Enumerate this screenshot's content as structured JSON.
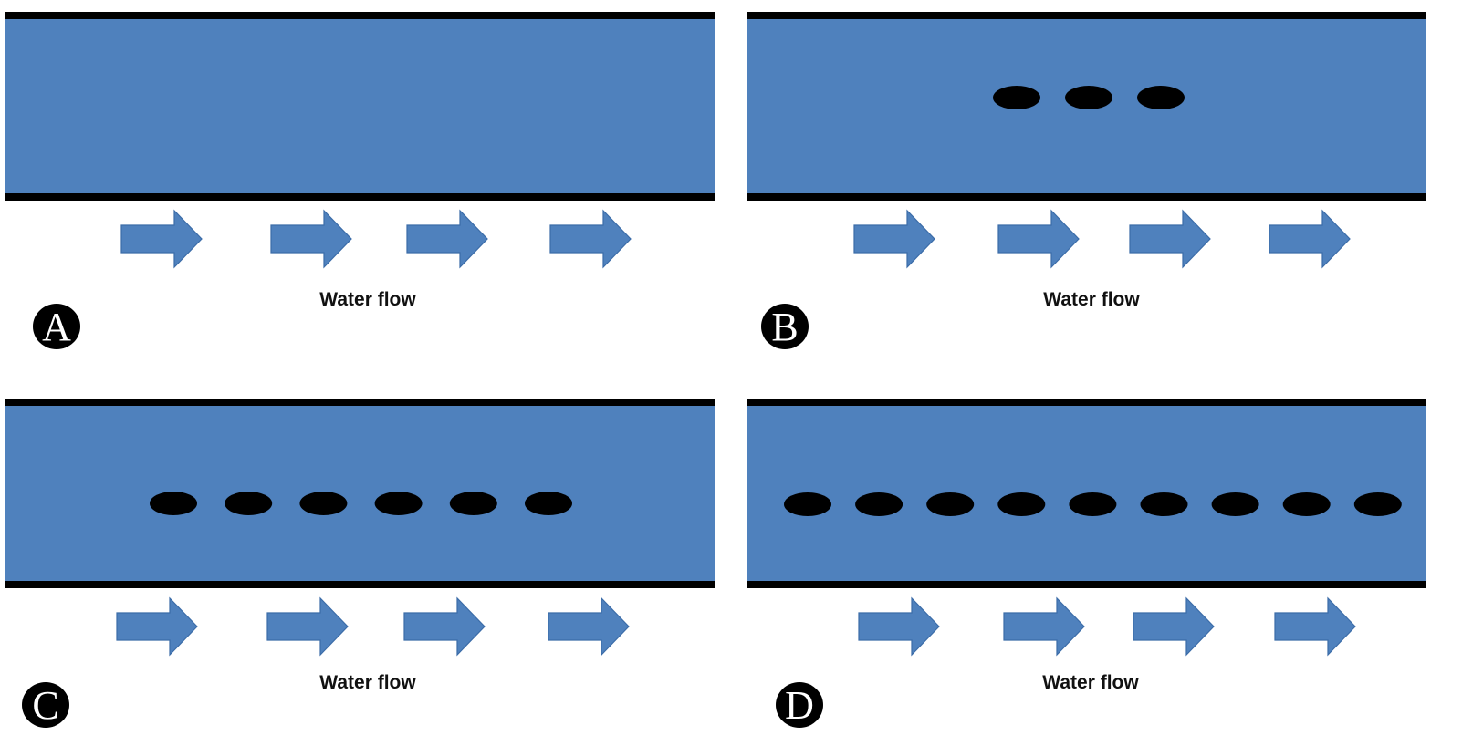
{
  "figure": {
    "colors": {
      "water": "#4F81BD",
      "bank": "#000000",
      "arrow_fill": "#4F81BD",
      "arrow_stroke": "#3B6CA8",
      "particle": "#000000",
      "badge_bg": "#000000",
      "badge_text": "#ffffff"
    },
    "panels": [
      {
        "id": "A",
        "label": "A",
        "particle_count": 0,
        "arrow_count": 4,
        "flow_label": "Water flow"
      },
      {
        "id": "B",
        "label": "B",
        "particle_count": 3,
        "arrow_count": 4,
        "flow_label": "Water flow"
      },
      {
        "id": "C",
        "label": "C",
        "particle_count": 6,
        "arrow_count": 4,
        "flow_label": "Water flow"
      },
      {
        "id": "D",
        "label": "D",
        "particle_count": 9,
        "arrow_count": 4,
        "flow_label": "Water flow"
      }
    ]
  }
}
